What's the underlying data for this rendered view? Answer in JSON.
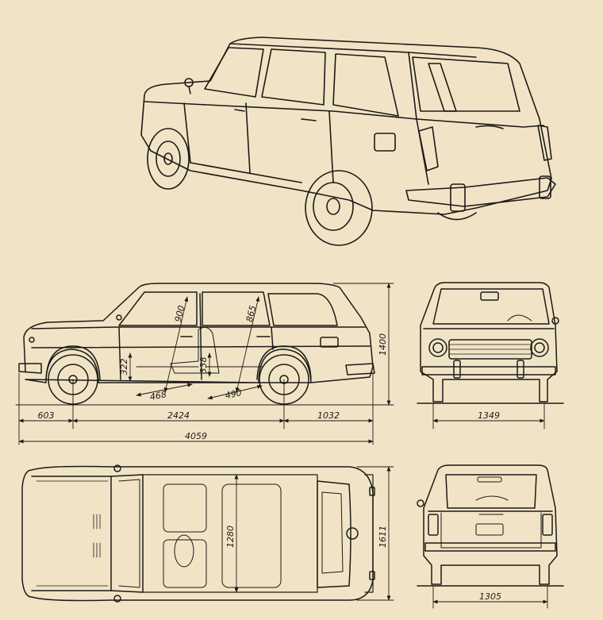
{
  "colors": {
    "paper": "#f1e4c6",
    "ink": "#1c1a17"
  },
  "dimensions": {
    "overall_length": "4059",
    "front_overhang": "603",
    "wheelbase": "2424",
    "rear_overhang": "1032",
    "height": "1400",
    "front_track": "1349",
    "rear_track": "1305",
    "overall_width": "1611",
    "interior_width": "1280",
    "front_seat_height": "900",
    "rear_seat_height": "865",
    "front_cushion_depth": "468",
    "rear_cushion_depth": "490",
    "front_seat_floor": "322",
    "rear_seat_floor": "338"
  }
}
